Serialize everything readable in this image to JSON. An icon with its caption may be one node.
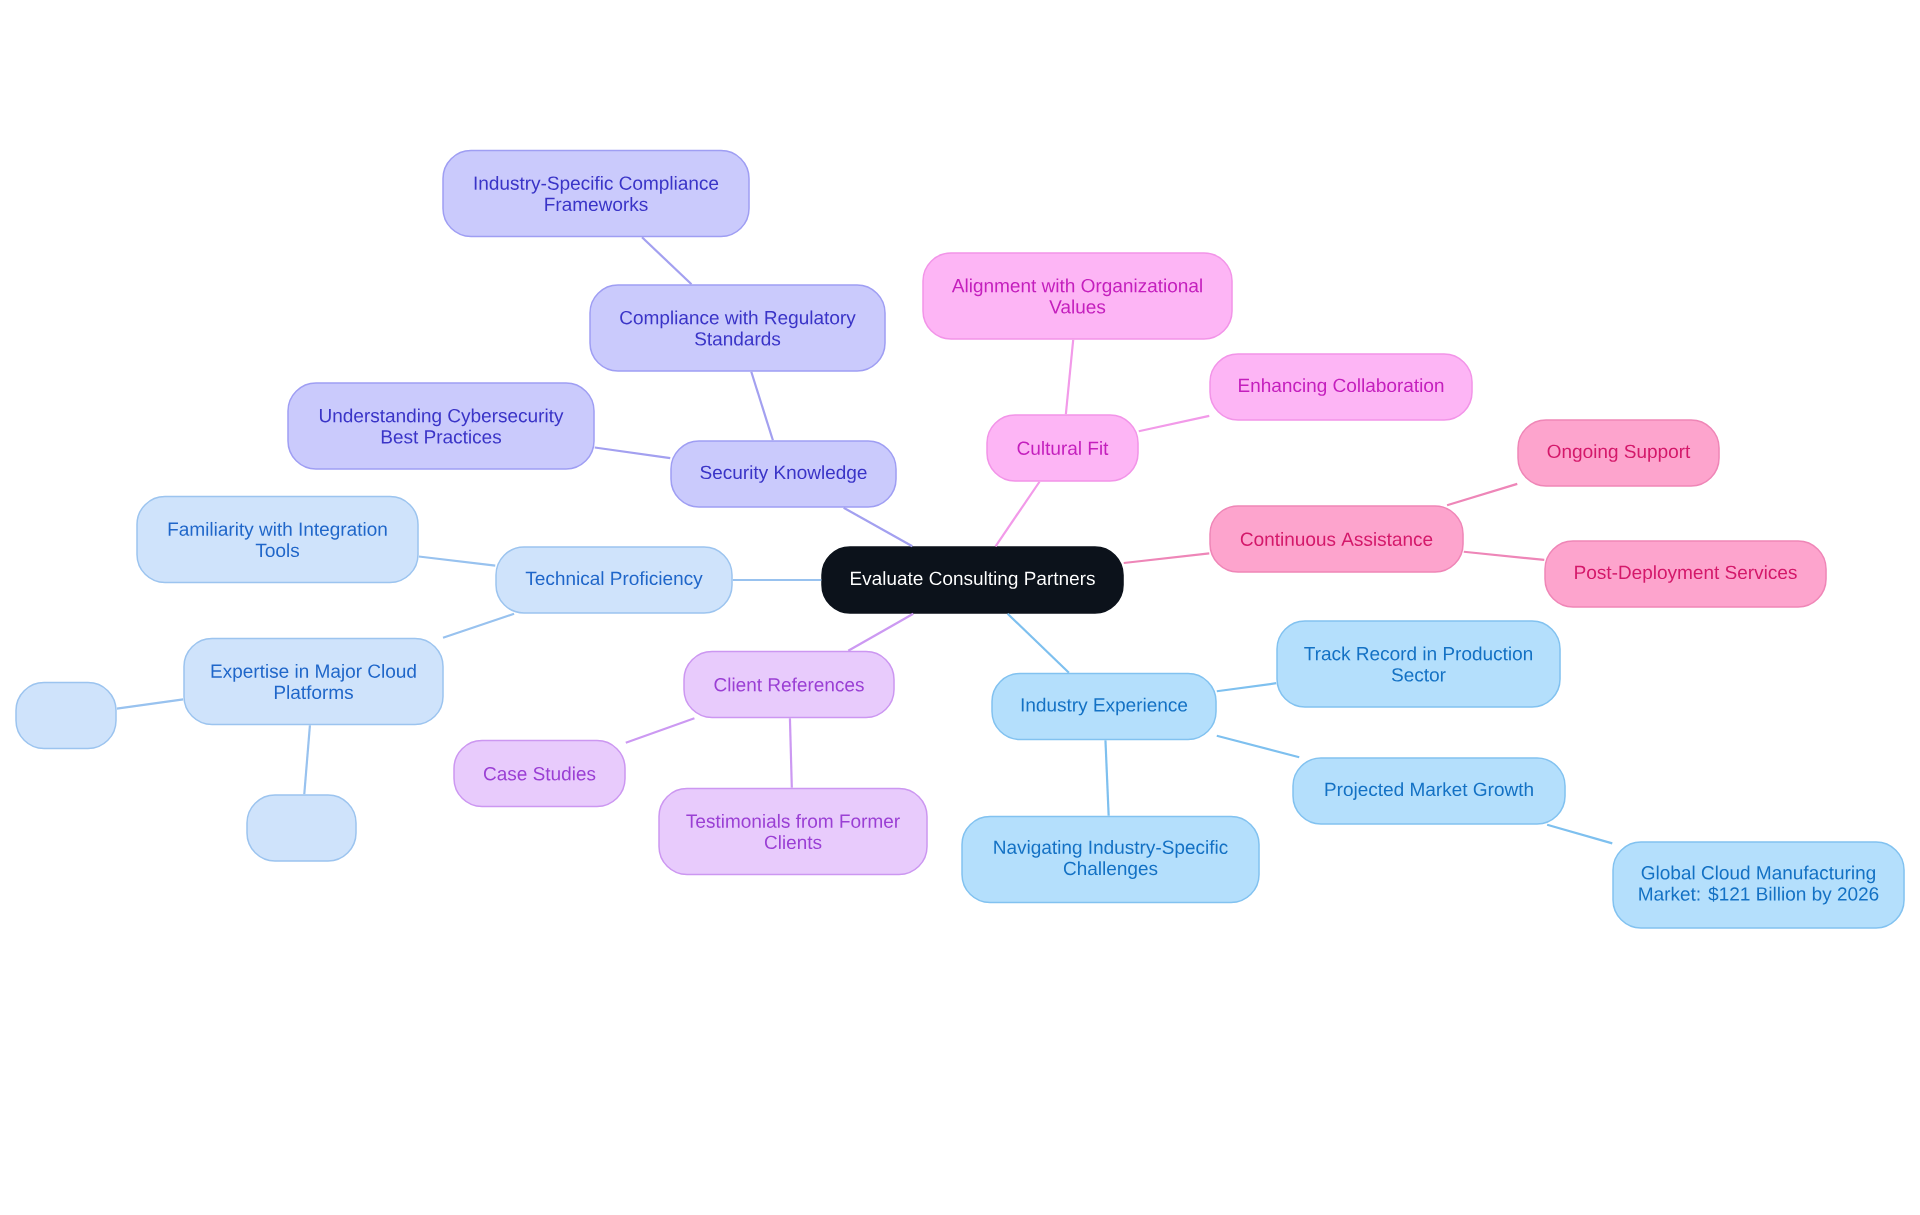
{
  "diagram": {
    "nodes": [
      {
        "text": [
          "Evaluate Consulting Partners"
        ]
      },
      {
        "text": [
          "Security Knowledge"
        ]
      },
      {
        "text": [
          "Compliance with Regulatory Standards"
        ]
      },
      {
        "text": [
          "Industry-Specific Compliance Frameworks"
        ]
      },
      {
        "text": [
          "Understanding Cybersecurity Best Practices"
        ]
      },
      {
        "text": [
          "Technical Proficiency"
        ]
      },
      {
        "text": [
          "Familiarity with Integration Tools"
        ]
      },
      {
        "text": [
          "Expertise in Major Cloud Platforms"
        ]
      },
      {
        "text": [],
        "shape": "box"
      },
      {
        "text": [],
        "shape": "box"
      },
      {
        "text": [
          "Client References"
        ]
      },
      {
        "text": [
          "Case Studies"
        ]
      },
      {
        "text": [
          "Testimonials from Former Clients"
        ]
      },
      {
        "text": [
          "Industry Experience"
        ]
      },
      {
        "text": [
          "Track Record in Production Sector"
        ]
      },
      {
        "text": [
          "Navigating Industry-Specific Challenges"
        ]
      },
      {
        "text": [
          "Projected Market Growth"
        ]
      },
      {
        "text": [
          "Global Cloud Manufacturing Market: $121 Billion by 2026"
        ]
      },
      {
        "text": [
          "Cultural Fit"
        ]
      },
      {
        "text": [
          "Alignment with Organizational Values"
        ]
      },
      {
        "text": [
          "Enhancing Collaboration"
        ]
      },
      {
        "text": [
          "Continuous Assistance"
        ]
      },
      {
        "text": [
          "Ongoing Support"
        ]
      },
      {
        "text": [
          "Post-Deployment Services"
        ]
      }
    ],
    "edges": [
      {
        "from": 0,
        "to": 1,
        "arrow": "none",
        "color": "#a3a0f0"
      },
      {
        "from": 1,
        "to": 2,
        "arrow": "none",
        "color": "#a3a0f0"
      },
      {
        "from": 2,
        "to": 3,
        "arrow": "none",
        "color": "#a3a0f0"
      },
      {
        "from": 1,
        "to": 4,
        "arrow": "none",
        "color": "#a3a0f0"
      },
      {
        "from": 0,
        "to": 5,
        "arrow": "none",
        "color": "#98c2ef"
      },
      {
        "from": 5,
        "to": 6,
        "arrow": "none",
        "color": "#98c2ef"
      },
      {
        "from": 5,
        "to": 7,
        "arrow": "none",
        "color": "#98c2ef"
      },
      {
        "from": 7,
        "to": 8,
        "arrow": "none",
        "color": "#98c2ef"
      },
      {
        "from": 7,
        "to": 9,
        "arrow": "none",
        "color": "#98c2ef"
      },
      {
        "from": 0,
        "to": 10,
        "arrow": "none",
        "color": "#cc99f2"
      },
      {
        "from": 10,
        "to": 11,
        "arrow": "none",
        "color": "#cc99f2"
      },
      {
        "from": 10,
        "to": 12,
        "arrow": "none",
        "color": "#cc99f2"
      },
      {
        "from": 0,
        "to": 13,
        "arrow": "none",
        "color": "#7ec0ef"
      },
      {
        "from": 13,
        "to": 14,
        "arrow": "none",
        "color": "#7ec0ef"
      },
      {
        "from": 13,
        "to": 15,
        "arrow": "none",
        "color": "#7ec0ef"
      },
      {
        "from": 13,
        "to": 16,
        "arrow": "none",
        "color": "#7ec0ef"
      },
      {
        "from": 16,
        "to": 17,
        "arrow": "none",
        "color": "#7ec0ef"
      },
      {
        "from": 0,
        "to": 18,
        "arrow": "none",
        "color": "#f29ae9"
      },
      {
        "from": 18,
        "to": 19,
        "arrow": "none",
        "color": "#f29ae9"
      },
      {
        "from": 18,
        "to": 20,
        "arrow": "none",
        "color": "#f29ae9"
      },
      {
        "from": 0,
        "to": 21,
        "arrow": "none",
        "color": "#ee86b8"
      },
      {
        "from": 21,
        "to": 22,
        "arrow": "none",
        "color": "#ee86b8"
      },
      {
        "from": 21,
        "to": 23,
        "arrow": "none",
        "color": "#ee86b8"
      }
    ]
  }
}
